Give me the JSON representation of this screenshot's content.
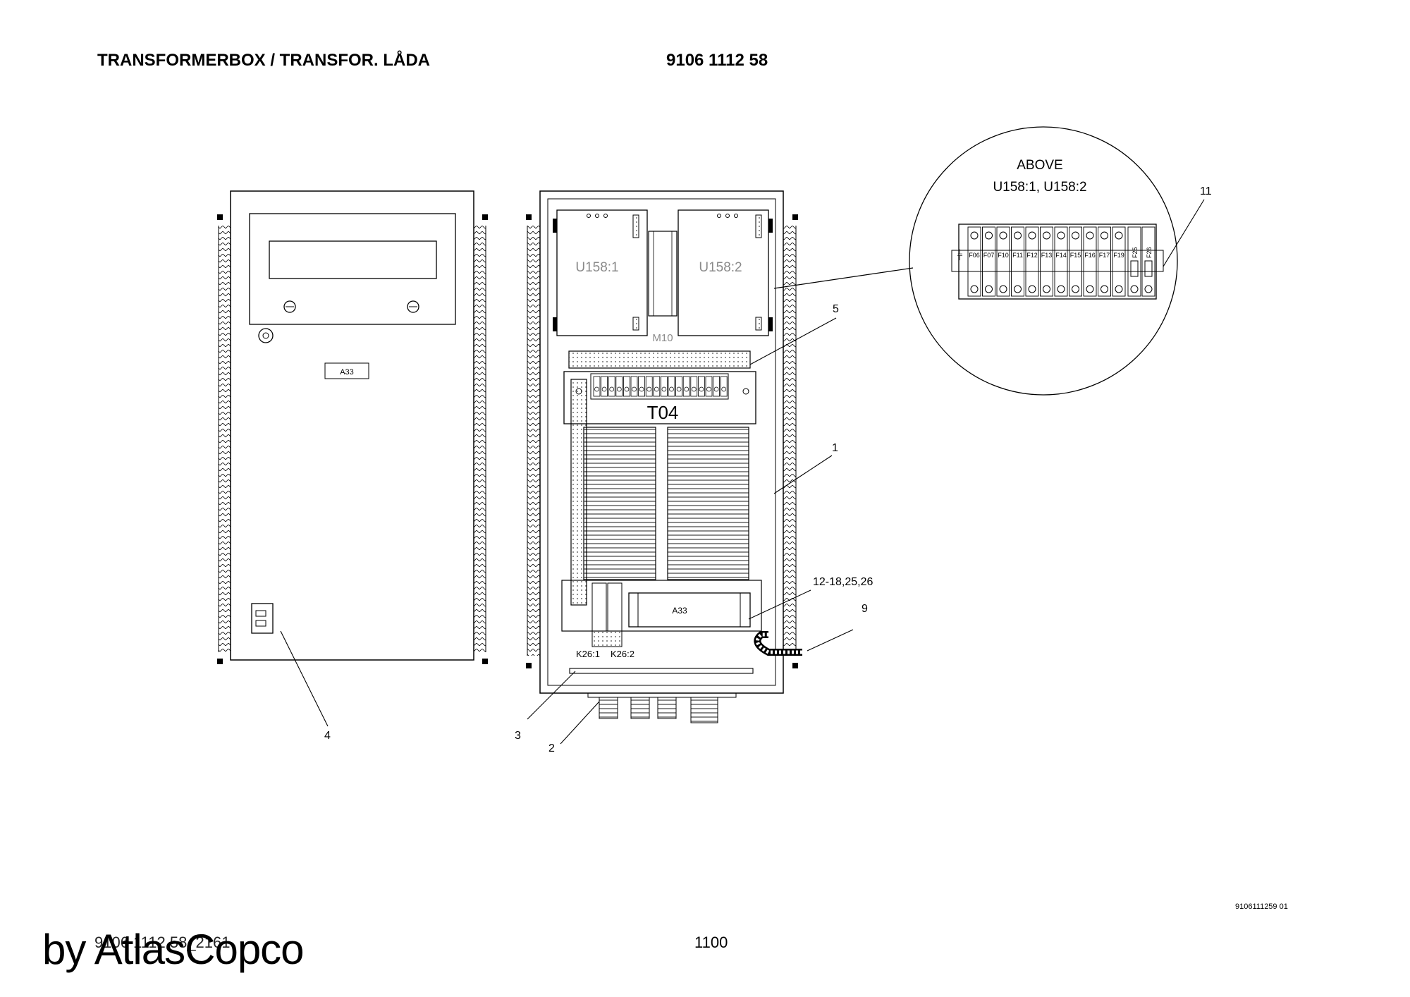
{
  "header": {
    "title": "TRANSFORMERBOX / TRANSFOR. LÅDA",
    "part_number": "9106 1112 58"
  },
  "footer": {
    "file_code": "9106 1112 58_2161",
    "page_number": "1100",
    "brand": "by AtlasCopco",
    "drawing_ref": "9106111259 01"
  },
  "diagram": {
    "door_label": "A33",
    "module_left": "U158:1",
    "module_right": "U158:2",
    "rail_label": "M10",
    "transformer_label": "T04",
    "unit_label": "A33",
    "relay_left": "K26:1",
    "relay_right": "K26:2",
    "detail_title": "ABOVE",
    "detail_subtitle": "U158:1, U158:2",
    "fuse_labels": [
      "F06",
      "F07",
      "F10",
      "F11",
      "F12",
      "F13",
      "F14",
      "F15",
      "F16",
      "F17",
      "F19"
    ],
    "fuse_extra": [
      "F25",
      "F26"
    ],
    "callouts": {
      "c1": "1",
      "c2": "2",
      "c3": "3",
      "c4": "4",
      "c5": "5",
      "c9": "9",
      "c11": "11",
      "c12": "12-18,25,26"
    }
  },
  "colors": {
    "line": "#000000",
    "fill_gray": "#d8d8d8",
    "text_gray": "#8a8a8a"
  }
}
